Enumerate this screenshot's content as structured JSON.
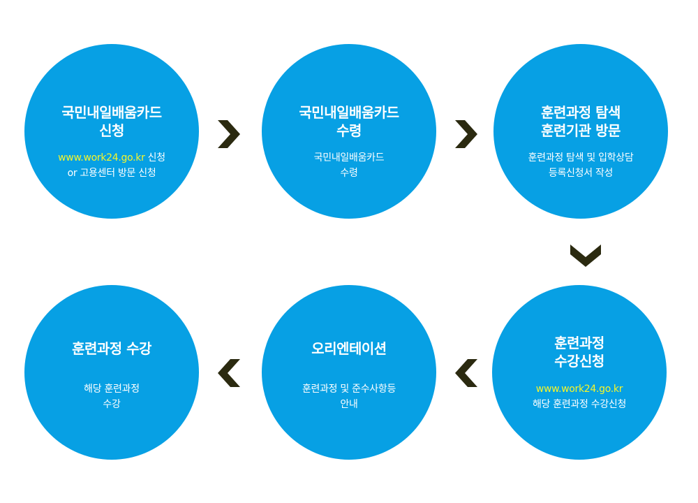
{
  "steps": [
    {
      "title_line1": "국민내일배움카드",
      "title_line2": "신청",
      "desc_line1_highlight": "www.work24.go.kr",
      "desc_line1_text": " 신청",
      "desc_line2": "or 고용센터 방문 신청"
    },
    {
      "title_line1": "국민내일배움카드",
      "title_line2": "수령",
      "desc_line1": "국민내일배움카드",
      "desc_line2": "수령"
    },
    {
      "title_line1": "훈련과정 탐색",
      "title_line2": "훈련기관 방문",
      "desc_line1": "훈련과정 탐색 및 입학상담",
      "desc_line2": "등록신청서 작성"
    },
    {
      "title_line1": "훈련과정",
      "title_line2": "수강신청",
      "desc_line1_highlight": "www.work24.go.kr",
      "desc_line2": "해당 훈련과정 수강신청"
    },
    {
      "title_line1": "오리엔테이션",
      "desc_line1": "훈련과정 및 준수사항등",
      "desc_line2": "안내"
    },
    {
      "title_line1": "훈련과정 수강",
      "desc_line1": "해당 훈련과정",
      "desc_line2": "수강"
    }
  ],
  "colors": {
    "circle": "#07a0e4",
    "text": "#ffffff",
    "highlight": "#f6f52a",
    "arrow": "#2b2a10"
  },
  "icons": [
    "chevron-right-icon",
    "chevron-down-icon",
    "chevron-left-icon"
  ]
}
